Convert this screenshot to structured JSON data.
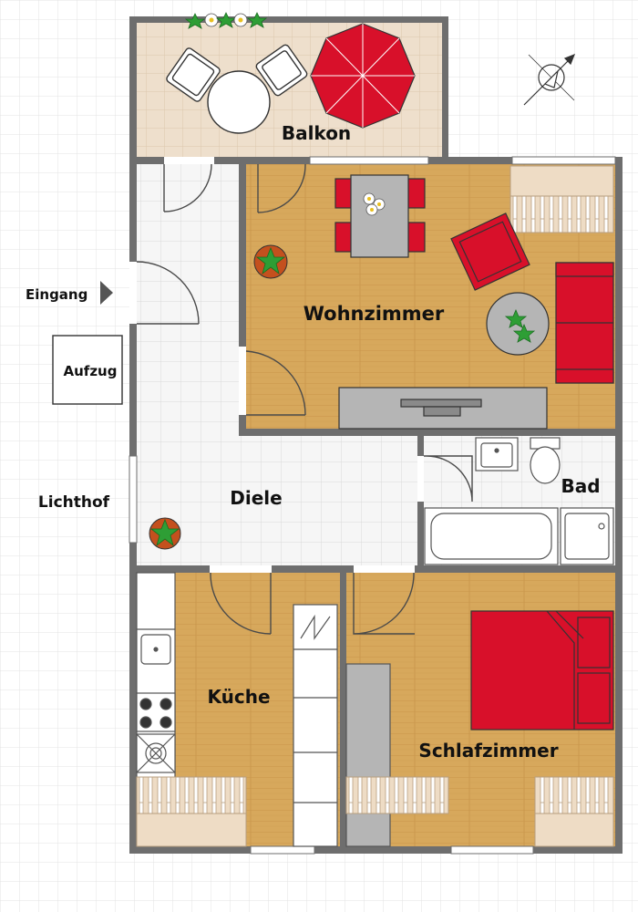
{
  "labels": {
    "balkon": "Balkon",
    "wohnzimmer": "Wohnzimmer",
    "diele": "Diele",
    "bad": "Bad",
    "kueche": "Küche",
    "schlafzimmer": "Schlafzimmer",
    "eingang": "Eingang",
    "aufzug": "Aufzug",
    "lichthof": "Lichthof"
  },
  "colors": {
    "wall": "#6e6e6e",
    "wood": "#d7a85c",
    "wood_dark": "#c8954a",
    "tile": "#f6f6f6",
    "tile_line": "#d9d9d9",
    "balcony_tile": "#eedfcc",
    "red": "#d8102a",
    "grey_furniture": "#b5b5b5",
    "grid": "#e3e3e3"
  },
  "icons": {
    "compass": "compass-icon",
    "entrance": "arrow-right-icon",
    "plant": "plant-icon",
    "flowers": "flower-icon"
  }
}
